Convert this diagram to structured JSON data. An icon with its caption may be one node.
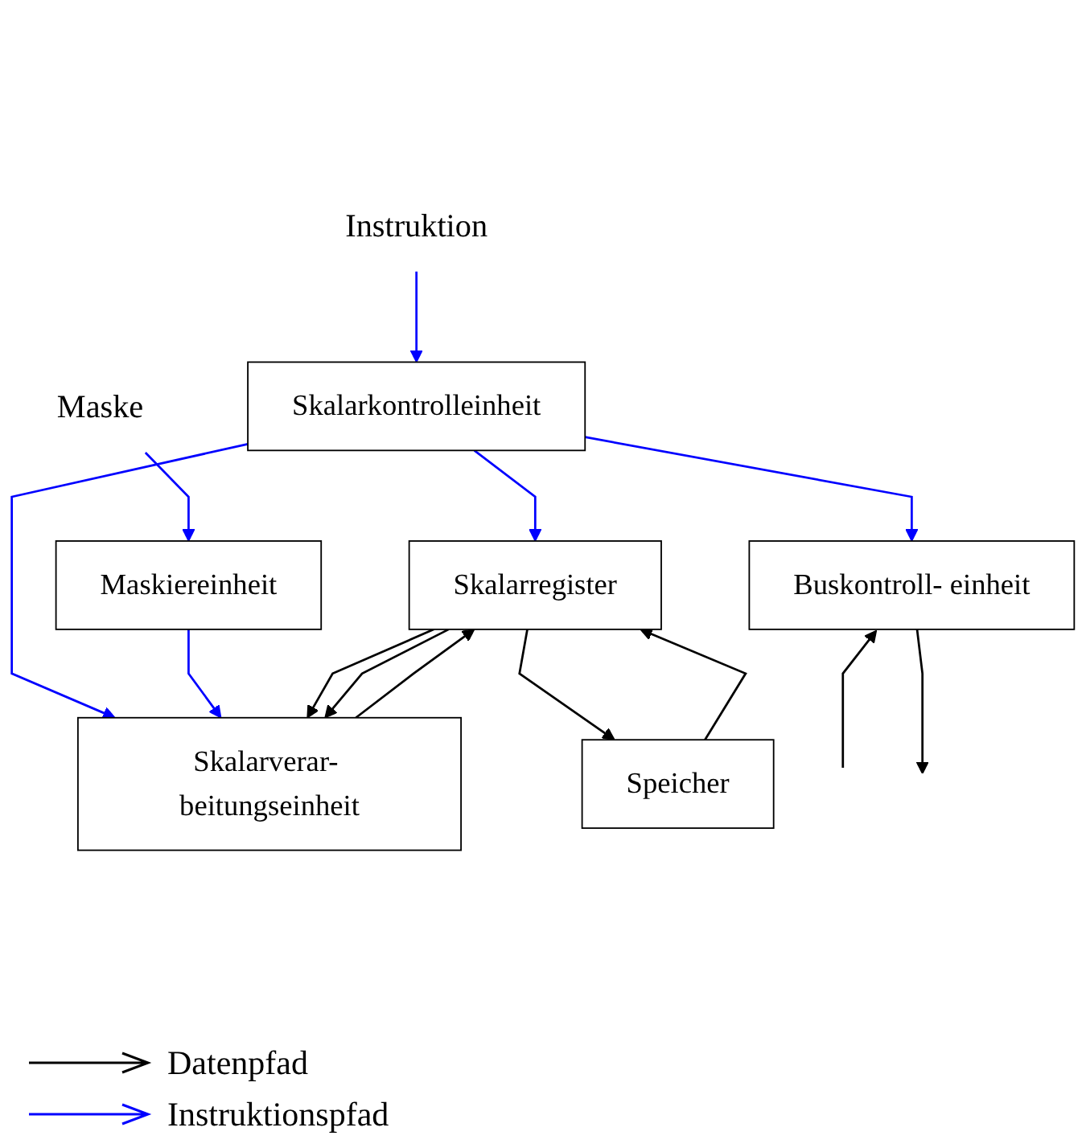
{
  "diagram": {
    "nodes": [
      {
        "text": [
          "Instruktion"
        ]
      },
      {
        "text": [
          "Maske"
        ]
      },
      {
        "text": [
          "Skalarkontrolleinheit"
        ]
      },
      {
        "text": [
          "Maskiereinheit"
        ]
      },
      {
        "text": [
          "Skalarregister"
        ]
      },
      {
        "text": [
          "Skalarverar- beitungseinheit"
        ]
      },
      {
        "text": [
          "Speicher"
        ]
      },
      {
        "text": [
          "Buskontroll- einheit"
        ]
      }
    ],
    "edges": [
      {
        "from": 0,
        "to": 2,
        "arrow": "to",
        "color": "#0000ff"
      },
      {
        "from": 1,
        "to": 3,
        "arrow": "to",
        "color": "#0000ff"
      },
      {
        "from": 2,
        "to": 4,
        "arrow": "to",
        "color": "#0000ff"
      },
      {
        "from": 2,
        "to": 5,
        "arrow": "to",
        "color": "#0000ff"
      },
      {
        "from": 2,
        "to": 7,
        "arrow": "to",
        "color": "#0000ff"
      },
      {
        "from": 3,
        "to": 5,
        "arrow": "to",
        "color": "#0000ff"
      },
      {
        "from": 4,
        "to": 5,
        "arrow": "to"
      },
      {
        "from": 4,
        "to": 5,
        "arrow": "to"
      },
      {
        "from": 5,
        "to": 4,
        "arrow": "to"
      },
      {
        "from": 4,
        "to": 6,
        "arrow": "to"
      },
      {
        "from": 6,
        "to": 4,
        "arrow": "to"
      },
      {
        "from": null,
        "to": 7,
        "arrow": "to"
      },
      {
        "from": 7,
        "to": null,
        "arrow": "to"
      }
    ],
    "legend": [
      {
        "text": "Datenpfad"
      },
      {
        "text": "Instruktionspfad"
      }
    ]
  }
}
